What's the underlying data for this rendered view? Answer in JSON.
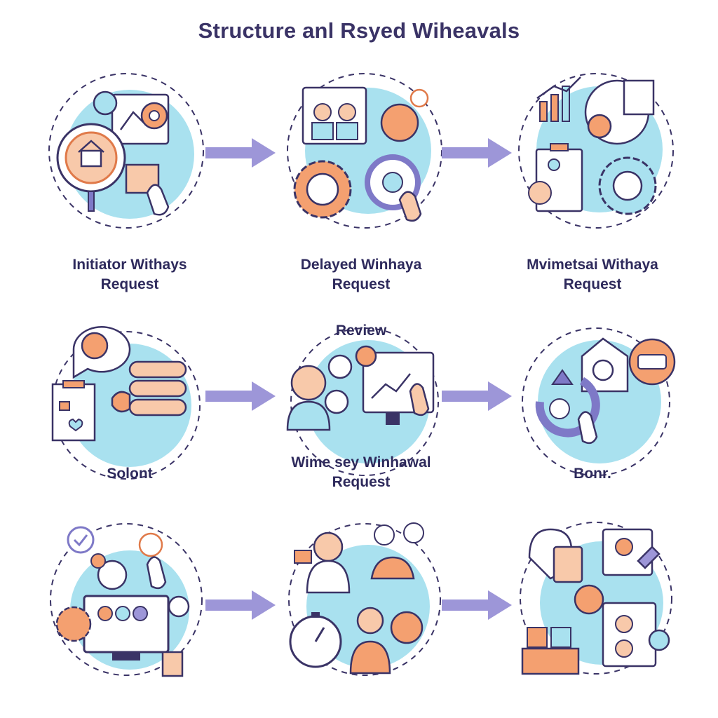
{
  "title": "Structure anl Rsyed Wiheavals",
  "steps": [
    {
      "label_line1": "Initiator Withays",
      "label_line2": "Request"
    },
    {
      "label_line1": "Delayed Winhaya",
      "label_line2": "Request"
    },
    {
      "label_line1": "Mvimetsai Withaya",
      "label_line2": "Request"
    },
    {
      "label_line1": "Solont",
      "label_line2": ""
    },
    {
      "label_top": "Review",
      "label_line1": "Wime sey Winhawal",
      "label_line2": "Request"
    },
    {
      "label_line1": "Bonr.",
      "label_line2": ""
    },
    {
      "label_line1": "",
      "label_line2": ""
    },
    {
      "label_line1": "",
      "label_line2": ""
    },
    {
      "label_line1": "",
      "label_line2": ""
    }
  ],
  "icons": [
    "gear-magnifier-icon",
    "team-gear-icon",
    "chart-clipboard-gear-icon",
    "coin-stack-document-icon",
    "person-monitor-icon",
    "chat-cycle-icon",
    "monitor-coin-icon",
    "team-stopwatch-icon",
    "profile-cards-icon"
  ],
  "colors": {
    "outline": "#3a3366",
    "accent_blue": "#8fd3e8",
    "accent_orange": "#f4a070",
    "arrow": "#9d96d8",
    "text": "#2e2a5c"
  }
}
